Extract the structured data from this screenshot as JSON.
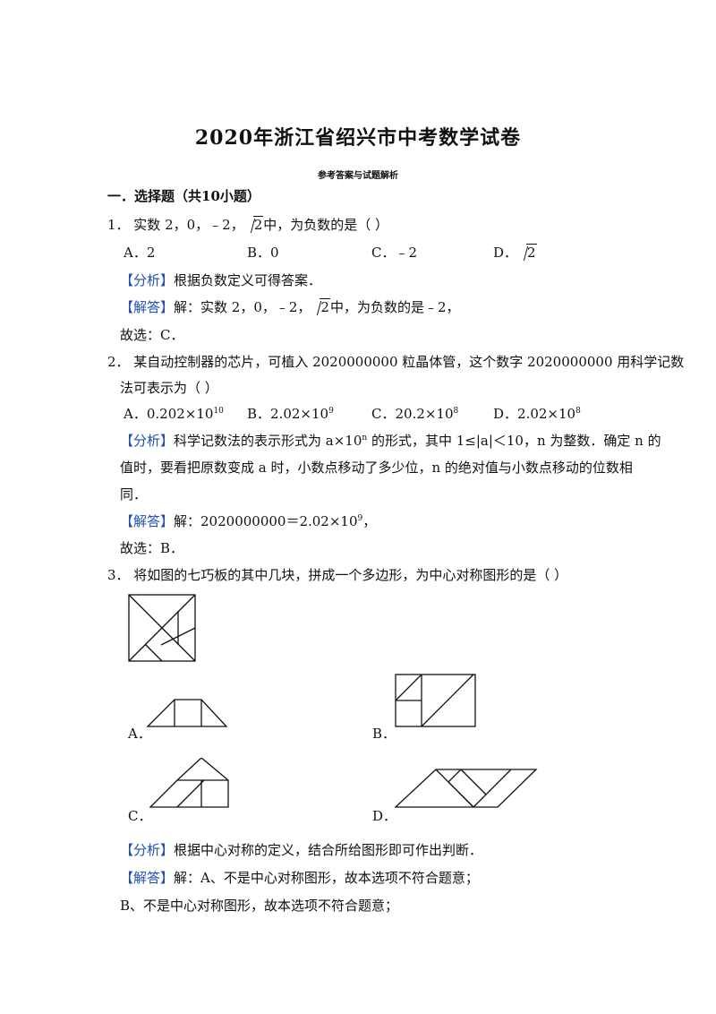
{
  "title": "2020年浙江省绍兴市中考数学试卷",
  "subtitle": "参考答案与试题解析",
  "section": "一．选择题（共10小题）",
  "tags": {
    "analysis": "【分析】",
    "answer": "【解答】"
  },
  "q1": {
    "stem_a": "1．  实数 2，0，﹣2，",
    "sqrt": "2",
    "stem_b": "中，为负数的是（        ）",
    "options": [
      "A．2",
      "B．0",
      "C．﹣2",
      "D．"
    ],
    "analysis": "根据负数定义可得答案．",
    "answer_a": "解：实数 2，0，﹣2，",
    "answer_b": "中，为负数的是﹣2，",
    "conclusion": "故选：C．"
  },
  "q2": {
    "stem_line1": "2．  某自动控制器的芯片，可植入 2020000000 粒晶体管，这个数字 2020000000 用科学记数",
    "stem_line2": "法可表示为（        ）",
    "options": [
      {
        "label": "A．0.202×10",
        "exp": "10"
      },
      {
        "label": "B．2.02×10",
        "exp": "9"
      },
      {
        "label": "C．20.2×10",
        "exp": "8"
      },
      {
        "label": "D．2.02×10",
        "exp": "8"
      }
    ],
    "analysis_line1_a": "科学记数法的表示形式为 a×10",
    "analysis_line1_exp": "n",
    "analysis_line1_b": " 的形式，其中 1≤|a|＜10，n 为整数．确定 n 的",
    "analysis_line2": "值时，要看把原数变成 a 时，小数点移动了多少位，n 的绝对值与小数点移动的位数相",
    "analysis_line3": "同．",
    "answer_a": "解：2020000000＝2.02×10",
    "answer_exp": "9",
    "answer_b": "，",
    "conclusion": "故选：B．"
  },
  "q3": {
    "stem": "3．  将如图的七巧板的其中几块，拼成一个多边形，为中心对称图形的是（        ）",
    "option_labels": [
      "A．",
      "B．",
      "C．",
      "D．"
    ],
    "analysis": "根据中心对称的定义，结合所给图形即可作出判断．",
    "answer_line1": "解：A、不是中心对称图形，故本选项不符合题意；",
    "answer_line2": "B、不是中心对称图形，故本选项不符合题意；"
  }
}
